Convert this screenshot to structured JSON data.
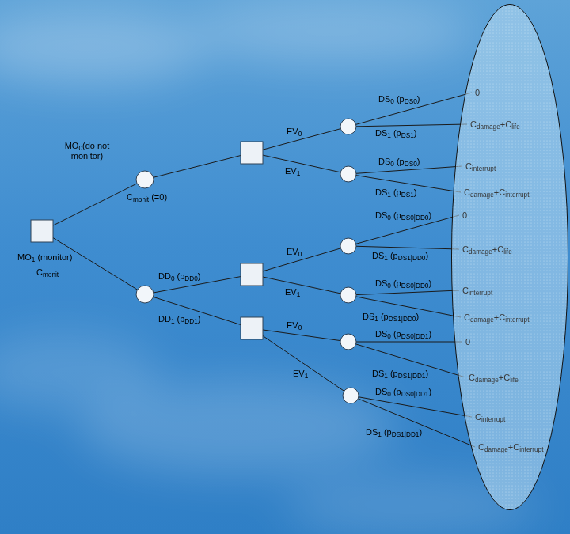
{
  "diagram": {
    "nodes": [
      {
        "text": [
          "0",
          "Cdamage+Clife",
          "Cinterrupt",
          "Cdamage+Cinterrupt",
          "0",
          "Cdamage+Clife",
          "Cinterrupt",
          "Cdamage+Cinterrupt",
          "0",
          "Cdamage+Clife",
          "Cinterrupt",
          "Cdamage+Cinterrupt"
        ]
      }
    ],
    "labels": [
      "MO0(do not monitor)",
      "Cmonit (=0)",
      "MO1 (monitor)",
      "Cmonit",
      "DD0 (pDD0)",
      "DD1 (pDD1)",
      "EV0",
      "EV1",
      "EV0",
      "EV1",
      "EV0",
      "EV1",
      "DS0 (pDS0)",
      "DS1 (pDS1)",
      "DS0 (pDS0)",
      "DS1 (pDS1)",
      "DS0 (pDS0|DD0)",
      "DS1 (pDS1|DD0)",
      "DS0 (pDS0|DD0)",
      "DS1 (pDS1|DD0)",
      "DS0 (pDS0|DD1)",
      "DS1 (pDS1|DD1)",
      "DS0 (pDS0|DD1)",
      "DS1 (pDS1|DD1)"
    ]
  }
}
